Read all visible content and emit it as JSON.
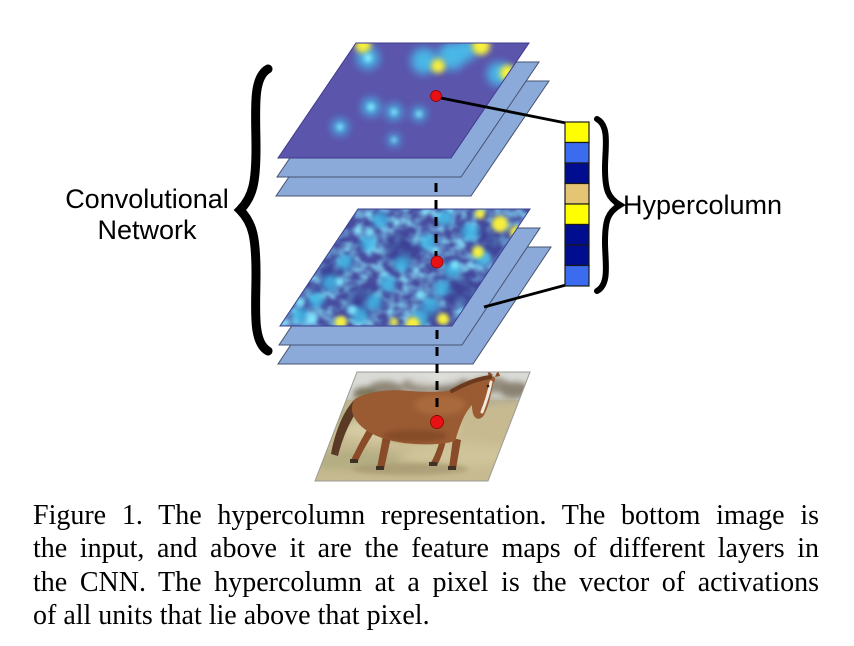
{
  "figure": {
    "labels": {
      "network_line1": "Convolutional",
      "network_line2": "Network",
      "hypercolumn": "Hypercolumn"
    },
    "hypercolumn": {
      "cells": [
        "#FFFF00",
        "#3B6CF0",
        "#000D8F",
        "#E5C473",
        "#FFFF00",
        "#000D8F",
        "#000D8F",
        "#3B6CF0"
      ]
    },
    "colors": {
      "map_top_base": "#5B55AC",
      "map_mid_base": "#474B9E",
      "sheet": "#8BAAD9",
      "marker": "#E81216"
    }
  },
  "caption": {
    "lines": [
      "Figure 1. The hypercolumn representation.  The bottom image is",
      "the input, and above it are the feature maps of different layers in",
      "the CNN. The hypercolumn at a pixel is the vector of activations",
      "of all units that lie above that pixel."
    ]
  }
}
